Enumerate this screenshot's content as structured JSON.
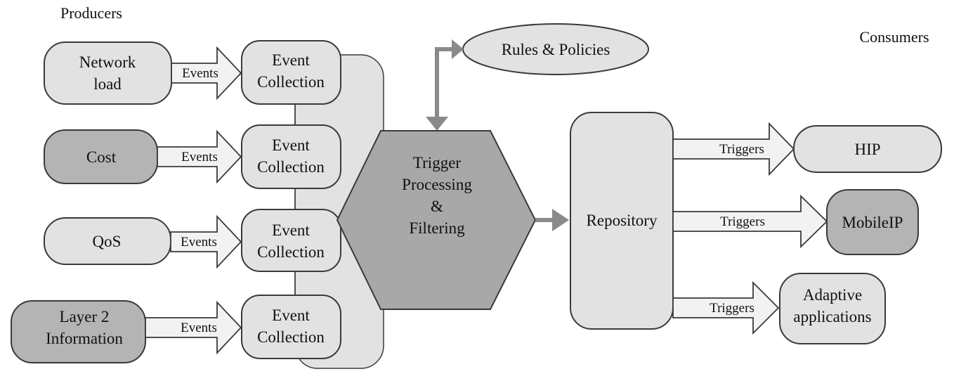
{
  "sections": {
    "producers_label": "Producers",
    "consumers_label": "Consumers"
  },
  "producers": [
    {
      "lines": [
        "Network",
        "load"
      ],
      "shade": "light"
    },
    {
      "lines": [
        "Cost"
      ],
      "shade": "dark"
    },
    {
      "lines": [
        "QoS"
      ],
      "shade": "light"
    },
    {
      "lines": [
        "Layer 2",
        "Information"
      ],
      "shade": "dark"
    }
  ],
  "event_arrow_label": "Events",
  "collectors": [
    {
      "lines": [
        "Event",
        "Collection"
      ]
    },
    {
      "lines": [
        "Event",
        "Collection"
      ]
    },
    {
      "lines": [
        "Event",
        "Collection"
      ]
    },
    {
      "lines": [
        "Event",
        "Collection"
      ]
    }
  ],
  "rules": {
    "label": "Rules & Policies"
  },
  "processor": {
    "lines": [
      "Trigger",
      "Processing",
      "&",
      "Filtering"
    ]
  },
  "repository": {
    "label": "Repository"
  },
  "trigger_arrow_label": "Triggers",
  "consumers": [
    {
      "lines": [
        "HIP"
      ],
      "shade": "light"
    },
    {
      "lines": [
        "MobileIP"
      ],
      "shade": "dark"
    },
    {
      "lines": [
        "Adaptive",
        "applications"
      ],
      "shade": "light"
    }
  ],
  "colors": {
    "light": "#e2e2e2",
    "dark": "#b4b4b4",
    "hex": "#a8a8a8",
    "arrow": "#f2f2f2",
    "stroke": "#3a3a3a",
    "connector": "#8a8a8a"
  }
}
